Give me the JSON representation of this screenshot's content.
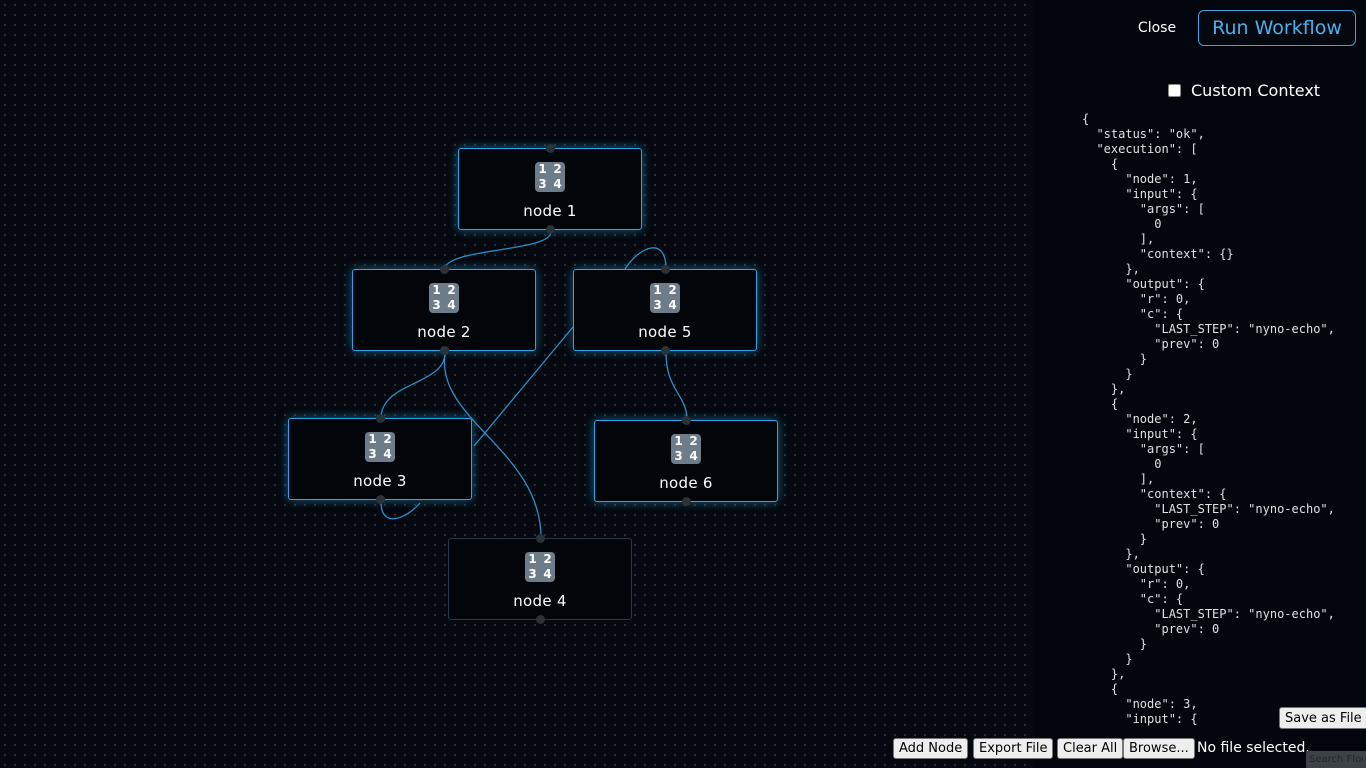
{
  "nodes": [
    {
      "label": "node 1",
      "icon": "input-numbers-icon",
      "glyphs": [
        "1",
        "2",
        "3",
        "4"
      ],
      "active": true
    },
    {
      "label": "node 2",
      "icon": "input-numbers-icon",
      "glyphs": [
        "1",
        "2",
        "3",
        "4"
      ],
      "active": true
    },
    {
      "label": "node 5",
      "icon": "input-numbers-icon",
      "glyphs": [
        "1",
        "2",
        "3",
        "4"
      ],
      "active": true
    },
    {
      "label": "node 3",
      "icon": "input-numbers-icon",
      "glyphs": [
        "1",
        "2",
        "3",
        "4"
      ],
      "active": true
    },
    {
      "label": "node 6",
      "icon": "input-numbers-icon",
      "glyphs": [
        "1",
        "2",
        "3",
        "4"
      ],
      "active": true
    },
    {
      "label": "node 4",
      "icon": "input-numbers-icon",
      "glyphs": [
        "1",
        "2",
        "3",
        "4"
      ],
      "active": false
    }
  ],
  "panel": {
    "close_label": "Close",
    "run_label": "Run Workflow",
    "custom_context_label": "Custom Context",
    "custom_context_checked": false,
    "output_lines": [
      "{",
      "  \"status\": \"ok\",",
      "  \"execution\": [",
      "    {",
      "      \"node\": 1,",
      "      \"input\": {",
      "        \"args\": [",
      "          0",
      "        ],",
      "        \"context\": {}",
      "      },",
      "      \"output\": {",
      "        \"r\": 0,",
      "        \"c\": {",
      "          \"LAST_STEP\": \"nyno-echo\",",
      "          \"prev\": 0",
      "        }",
      "      }",
      "    },",
      "    {",
      "      \"node\": 2,",
      "      \"input\": {",
      "        \"args\": [",
      "          0",
      "        ],",
      "        \"context\": {",
      "          \"LAST_STEP\": \"nyno-echo\",",
      "          \"prev\": 0",
      "        }",
      "      },",
      "      \"output\": {",
      "        \"r\": 0,",
      "        \"c\": {",
      "          \"LAST_STEP\": \"nyno-echo\",",
      "          \"prev\": 0",
      "        }",
      "      }",
      "    },",
      "    {",
      "      \"node\": 3,",
      "      \"input\": {"
    ],
    "save_label": "Save as File"
  },
  "toolbar": {
    "add_node": "Add Node",
    "export_file": "Export File",
    "clear_all": "Clear All",
    "browse": "Browse...",
    "file_status": "No file selected.",
    "search_placeholder": "Search Flow"
  },
  "colors": {
    "accent": "#2aa6e8",
    "edge": "#2b8fc7",
    "background": "#04070d"
  }
}
